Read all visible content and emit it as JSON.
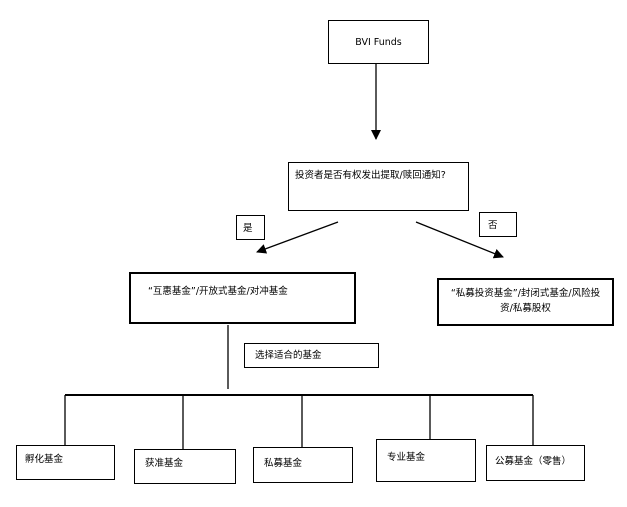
{
  "diagram": {
    "root": "BVI Funds",
    "question": "投资者是否有权发出提取/赎回通知?",
    "yes_label": "是",
    "no_label": "否",
    "yes_branch": "“互惠基金”/开放式基金/对冲基金",
    "no_branch": "“私募投资基金”/封闭式基金/风险投资/私募股权",
    "choose_label": "选择适合的基金",
    "fund_types": [
      "孵化基金",
      "获准基金",
      "私募基金",
      "专业基金",
      "公募基金（零售）"
    ]
  },
  "colors": {
    "line": "#000000",
    "background": "#ffffff"
  }
}
